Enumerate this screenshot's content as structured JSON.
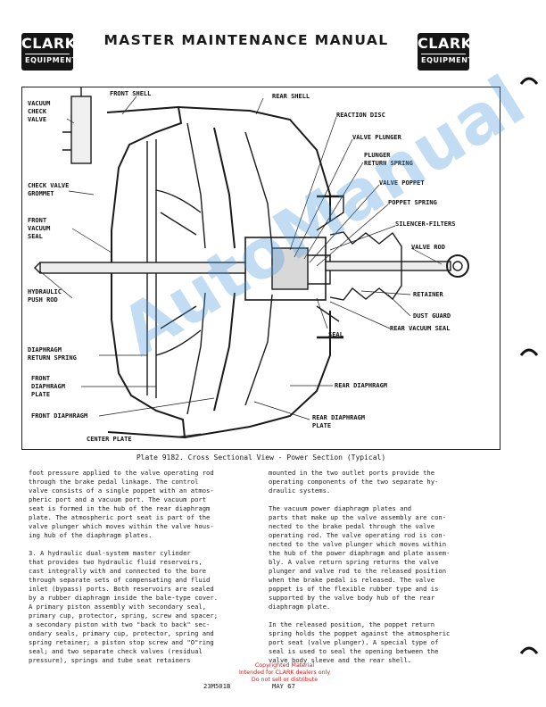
{
  "header": {
    "title": "MASTER MAINTENANCE MANUAL",
    "logo_left": {
      "brand": "CLARK",
      "sub": "EQUIPMENT"
    },
    "logo_right": {
      "brand": "CLARK",
      "sub": "EQUIPMENT"
    }
  },
  "diagram": {
    "labels": {
      "vacuum_check_valve": [
        "VACUUM",
        "CHECK",
        "VALVE"
      ],
      "front_shell": "FRONT SHELL",
      "rear_shell": "REAR SHELL",
      "reaction_disc": "REACTION DISC",
      "valve_plunger": "VALVE PLUNGER",
      "plunger_return_spring": [
        "PLUNGER",
        "RETURN SPRING"
      ],
      "valve_poppet": "VALVE POPPET",
      "poppet_spring": "POPPET SPRING",
      "silencer_filters": "SILENCER-FILTERS",
      "valve_rod": "VALVE ROD",
      "check_valve_grommet": [
        "CHECK VALVE",
        "GROMMET"
      ],
      "front_vacuum_seal": [
        "FRONT",
        "VACUUM",
        "SEAL"
      ],
      "hydraulic_push_rod": [
        "HYDRAULIC",
        "PUSH ROD"
      ],
      "retainer": "RETAINER",
      "dust_guard": "DUST GUARD",
      "seal": "SEAL",
      "rear_vacuum_seal": "REAR VACUUM SEAL",
      "diaphragm_return_spring": [
        "DIAPHRAGM",
        "RETURN SPRING"
      ],
      "front_diaphragm_plate": [
        "FRONT",
        "DIAPHRAGM",
        "PLATE"
      ],
      "rear_diaphragm": "REAR DIAPHRAGM",
      "front_diaphragm": "FRONT DIAPHRAGM",
      "rear_diaphragm_plate": [
        "REAR DIAPHRAGM",
        "PLATE"
      ],
      "center_plate": "CENTER PLATE"
    },
    "caption": "Plate 9182. Cross Sectional View - Power Section (Typical)"
  },
  "body": {
    "left_column": [
      "foot pressure applied to the valve operating rod\nthrough the brake pedal linkage. The control\nvalve consists of a single poppet with an atmos-\npheric port and a vacuum port. The vacuum port\nseat is formed in the hub of the rear diaphragm\nplate. The atmospheric port seat is part of the\nvalve plunger which moves within the valve hous-\ning hub of the diaphragm plates.",
      "   3. A hydraulic dual-system master cylinder\nthat provides two hydraulic fluid reservoirs,\ncast integrally with and connected to the bore\nthrough separate sets of compensating and fluid\ninlet (bypass) ports. Both reservoirs are sealed\nby a rubber diaphragm inside the bale-type cover.\nA primary piston assembly with secondary seal,\nprimary cup, protector, spring, screw and spacer;\na secondary piston with two \"back to back\" sec-\nondary seals, primary cup, protector, spring and\nspring retainer; a piston stop screw and \"O\"ring\nseal; and two separate check valves (residual\npressure), springs and tube seat retainers"
    ],
    "right_column": [
      "mounted in the two outlet ports provide the\noperating components of the two separate hy-\ndraulic systems.",
      "   The vacuum power diaphragm plates and\nparts that make up the valve assembly are con-\nnected to the brake pedal through the valve\noperating rod. The valve operating rod is con-\nnected to the valve plunger which moves within\nthe hub of the power diaphragm and plate assem-\nbly. A valve return spring returns the valve\nplunger and valve rod to the released position\nwhen the brake pedal is released. The valve\npoppet is of the flexible rubber type and is\nsupported by the valve body hub of the rear\ndiaphragm plate.",
      "   In the released position, the poppet return\nspring holds the poppet against the atmospheric\nport seat (valve plunger). A special type of\nseal is used to seal the opening between the\nvalve body sleeve and the rear shell."
    ]
  },
  "footer": {
    "code": "23M501B",
    "date": "MAY 67",
    "copyright_lines": [
      "Copyrighted Material",
      "Intended for CLARK dealers only",
      "Do not sell or distribute"
    ]
  },
  "watermark": "AutoManual",
  "colors": {
    "ink": "#1a1a1a",
    "copyright": "#d01818",
    "watermark": "#4696dc"
  }
}
